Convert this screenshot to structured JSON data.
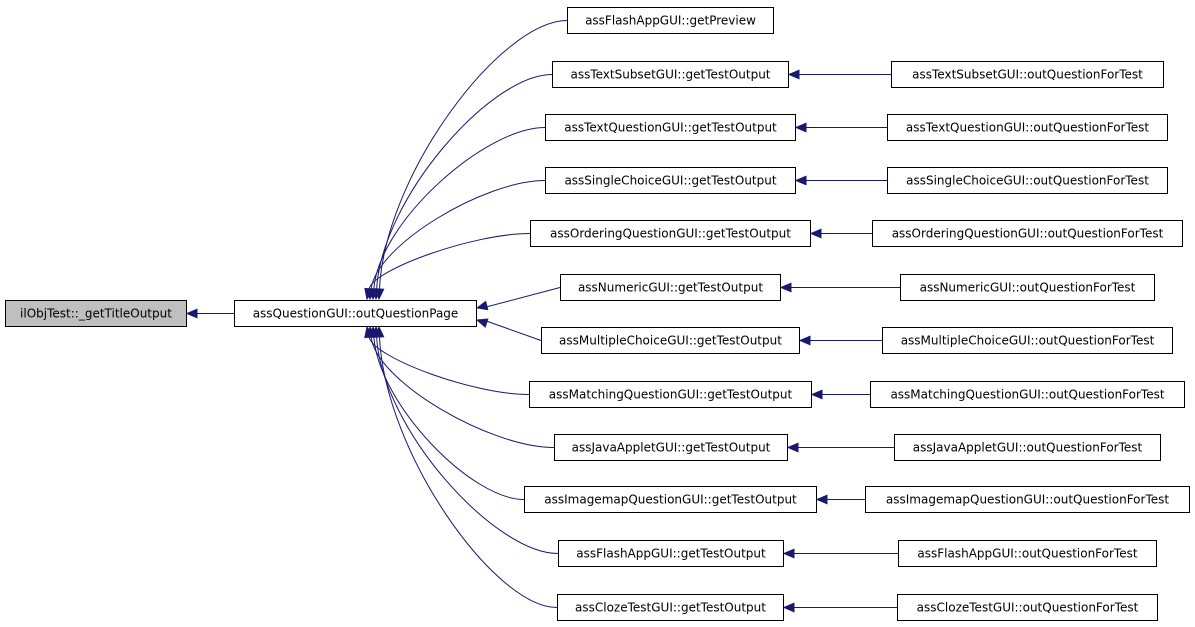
{
  "graph": {
    "focus": "ilObjTest::_getTitleOutput",
    "hub": "assQuestionGUI::outQuestionPage",
    "middle": [
      "assFlashAppGUI::getPreview",
      "assTextSubsetGUI::getTestOutput",
      "assTextQuestionGUI::getTestOutput",
      "assSingleChoiceGUI::getTestOutput",
      "assOrderingQuestionGUI::getTestOutput",
      "assNumericGUI::getTestOutput",
      "assMultipleChoiceGUI::getTestOutput",
      "assMatchingQuestionGUI::getTestOutput",
      "assJavaAppletGUI::getTestOutput",
      "assImagemapQuestionGUI::getTestOutput",
      "assFlashAppGUI::getTestOutput",
      "assClozeTestGUI::getTestOutput"
    ],
    "right": [
      "",
      "assTextSubsetGUI::outQuestionForTest",
      "assTextQuestionGUI::outQuestionForTest",
      "assSingleChoiceGUI::outQuestionForTest",
      "assOrderingQuestionGUI::outQuestionForTest",
      "assNumericGUI::outQuestionForTest",
      "assMultipleChoiceGUI::outQuestionForTest",
      "assMatchingQuestionGUI::outQuestionForTest",
      "assJavaAppletGUI::outQuestionForTest",
      "assImagemapQuestionGUI::outQuestionForTest",
      "assFlashAppGUI::outQuestionForTest",
      "assClozeTestGUI::outQuestionForTest"
    ],
    "colors": {
      "edge": "#191970",
      "focus_fill": "#bfbfbf",
      "node_fill": "#ffffff",
      "border": "#000000"
    }
  }
}
